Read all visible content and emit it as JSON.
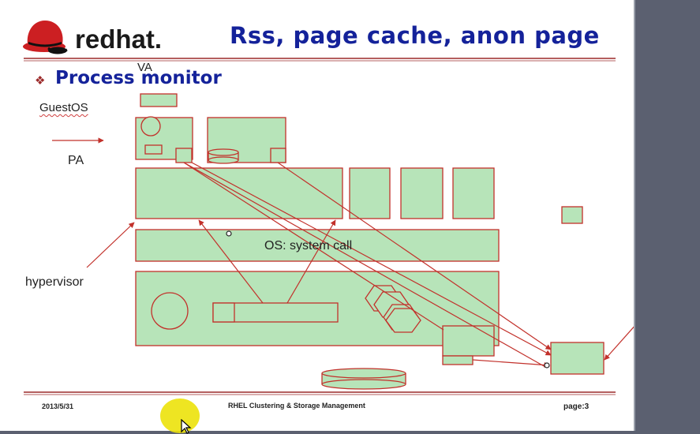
{
  "slide": {
    "logo_text": "redhat.",
    "title": "Rss, page cache, anon page",
    "bullet_marker": "❖",
    "bullet_text": "Process monitor",
    "footer_date": "2013/5/31",
    "footer_center": "RHEL Clustering & Storage Management",
    "footer_page": "page:3"
  },
  "diagram": {
    "label_va": "VA",
    "label_guestos": "GuestOS",
    "label_pa": "PA",
    "label_hypervisor": "hypervisor",
    "label_os": "OS: system call"
  },
  "colors": {
    "block_fill": "#b7e4b9",
    "block_stroke": "#c2312b",
    "arrow": "#c2312b",
    "title": "#14229a",
    "logo_red": "#cc1f22",
    "highlight": "#ece20a"
  }
}
